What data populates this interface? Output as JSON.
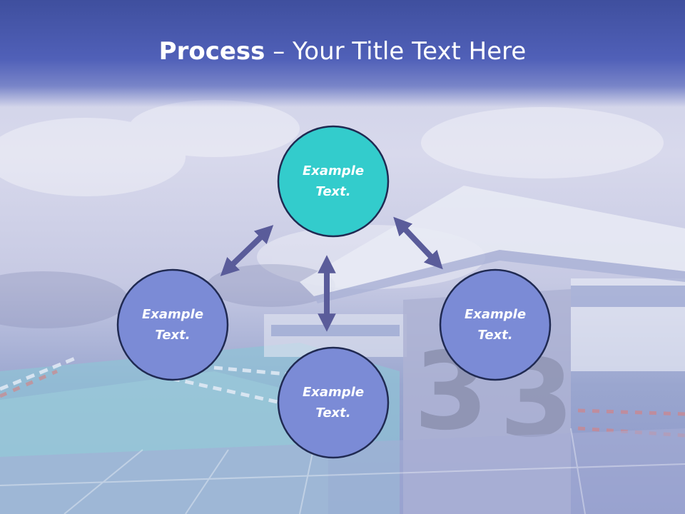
{
  "title": {
    "bold": "Process",
    "dash": "–",
    "rest": "Your Title Text Here"
  },
  "nodes": [
    {
      "line1": "Example",
      "line2": "Text."
    },
    {
      "line1": "Example",
      "line2": "Text."
    },
    {
      "line1": "Example",
      "line2": "Text."
    },
    {
      "line1": "Example",
      "line2": "Text."
    }
  ],
  "colors": {
    "top_node": "#33cccc",
    "other_nodes": "#7b8bd6",
    "arrow": "#5a5c9a",
    "outline": "#202a52"
  }
}
